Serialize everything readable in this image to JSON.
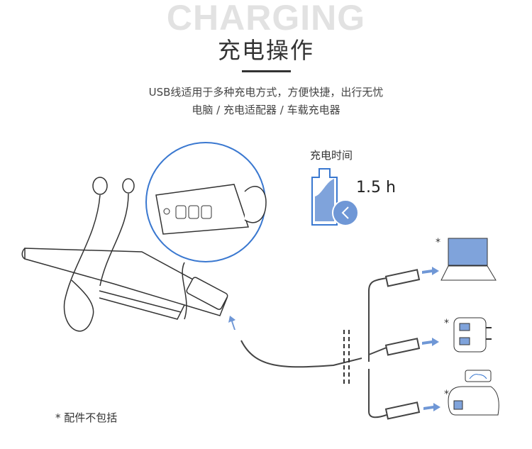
{
  "header": {
    "watermark": "CHARGING",
    "title": "充电操作",
    "subtitle_line1": "USB线适用于多种充电方式，方便快捷，出行无忧",
    "subtitle_line2": "电脑 / 充电适配器 / 车载充电器"
  },
  "charging_time": {
    "label": "充电时间",
    "value": "1.5 h",
    "battery_icon": "battery-clock-icon"
  },
  "footnote": "* 配件不包括",
  "accessories": [
    {
      "name": "laptop",
      "marker": "*"
    },
    {
      "name": "charging-adapter",
      "marker": "*"
    },
    {
      "name": "car-charger",
      "marker": "*"
    }
  ],
  "colors": {
    "accent": "#3a78d0",
    "fill": "#7fa3db",
    "watermark": "#e2e2e2",
    "text": "#333333"
  }
}
